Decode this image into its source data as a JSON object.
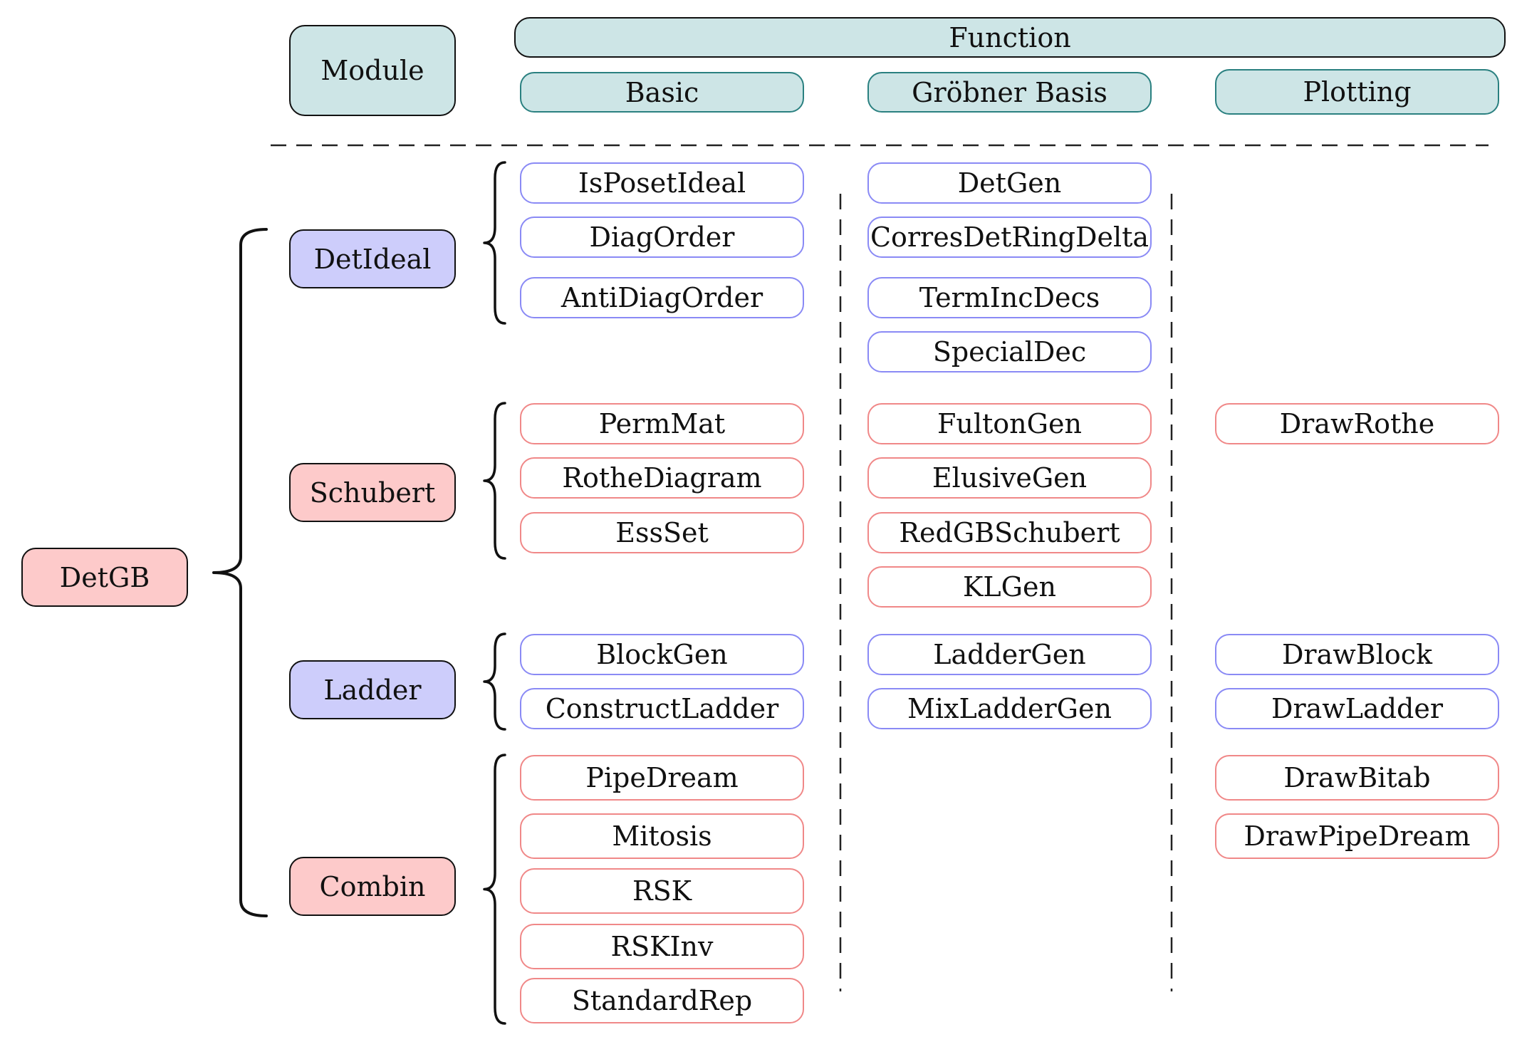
{
  "header": {
    "module_label": "Module",
    "function_label": "Function",
    "categories": [
      "Basic",
      "Gröbner Basis",
      "Plotting"
    ]
  },
  "root": {
    "label": "DetGB",
    "color": "red"
  },
  "modules": [
    {
      "name": "DetIdeal",
      "color": "blue",
      "basic": [
        "IsPosetIdeal",
        "DiagOrder",
        "AntiDiagOrder"
      ],
      "groebner": [
        "DetGen",
        "CorresDetRingDelta",
        "TermIncDecs",
        "SpecialDec"
      ],
      "plotting": []
    },
    {
      "name": "Schubert",
      "color": "red",
      "basic": [
        "PermMat",
        "RotheDiagram",
        "EssSet"
      ],
      "groebner": [
        "FultonGen",
        "ElusiveGen",
        "RedGBSchubert",
        "KLGen"
      ],
      "plotting": [
        "DrawRothe"
      ]
    },
    {
      "name": "Ladder",
      "color": "blue",
      "basic": [
        "BlockGen",
        "ConstructLadder"
      ],
      "groebner": [
        "LadderGen",
        "MixLadderGen"
      ],
      "plotting": [
        "DrawBlock",
        "DrawLadder"
      ]
    },
    {
      "name": "Combin",
      "color": "red",
      "basic": [
        "PipeDream",
        "Mitosis",
        "RSK",
        "RSKInv",
        "StandardRep"
      ],
      "groebner": [],
      "plotting": [
        "DrawBitab",
        "DrawPipeDream"
      ]
    }
  ],
  "colors": {
    "header_fill": "#cde5e6",
    "header_border": "#2a8080",
    "blue_fill": "#cdcdfb",
    "blue_border": "#8a8af5",
    "red_fill": "#fdcaca",
    "red_border": "#f08888"
  }
}
